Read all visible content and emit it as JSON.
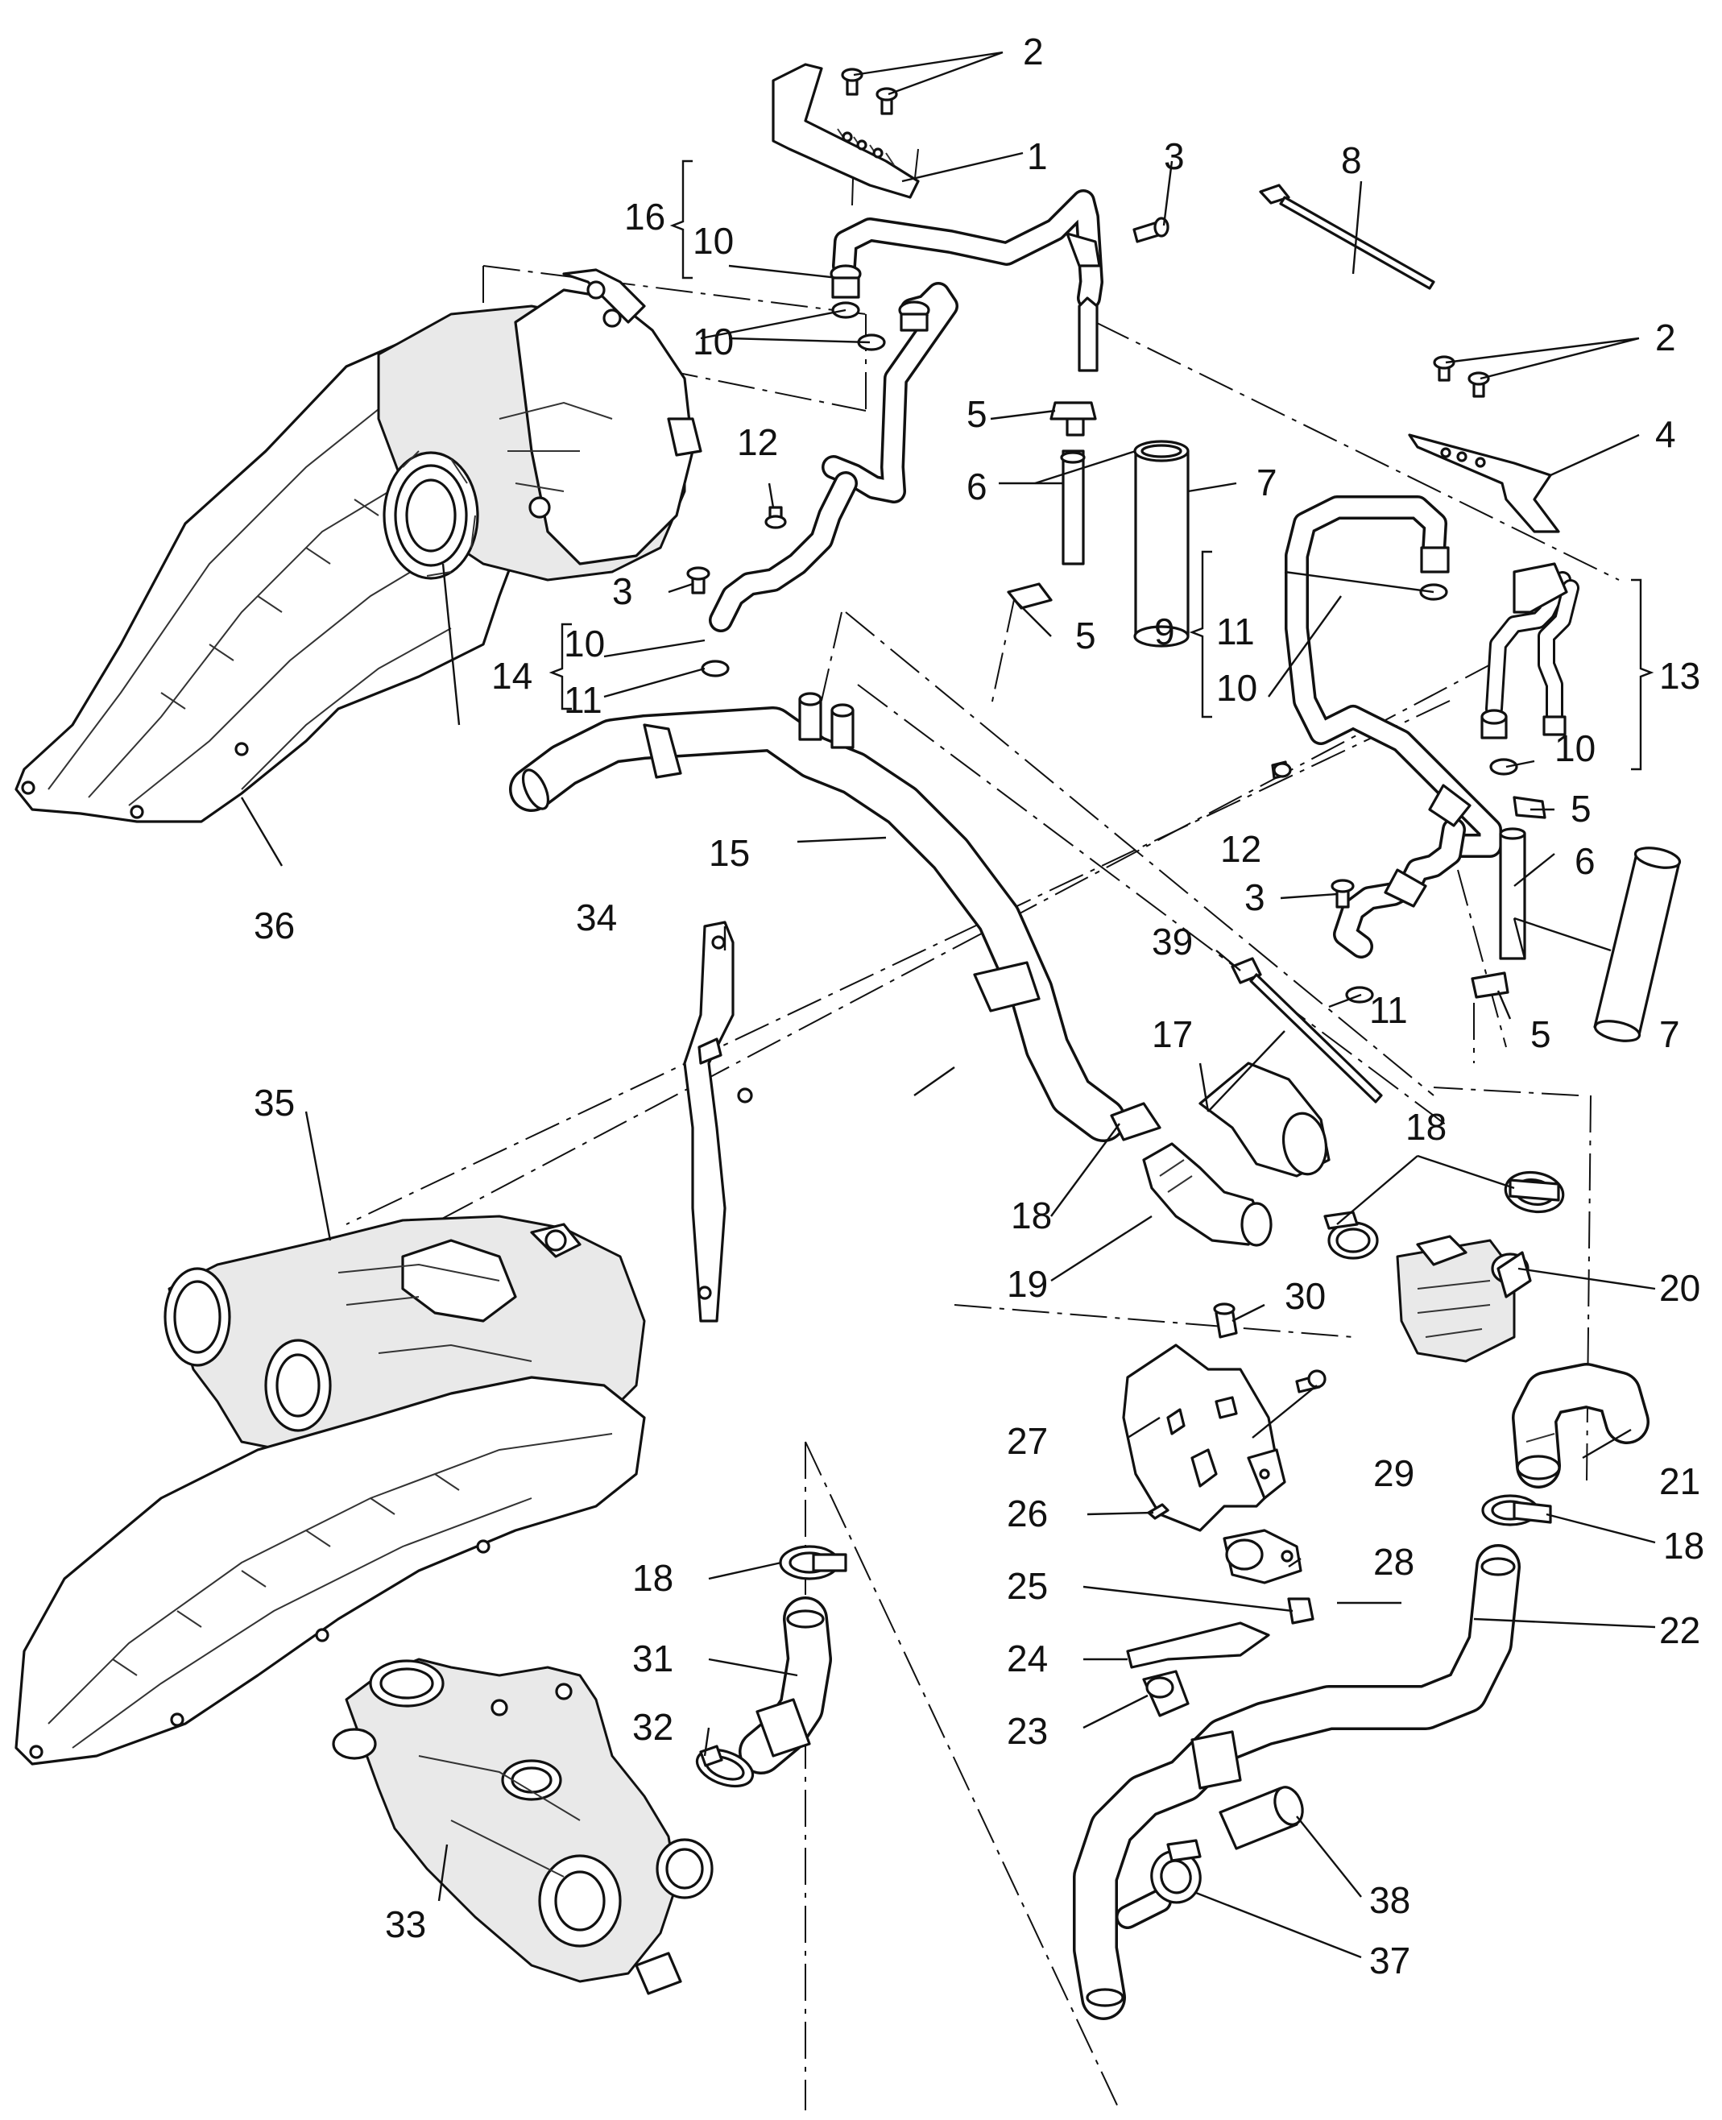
{
  "diagram": {
    "title": "",
    "callouts": {
      "c1": "1",
      "c2a": "2",
      "c2b": "2",
      "c3a": "3",
      "c3b": "3",
      "c3c": "3",
      "c4": "4",
      "c5a": "5",
      "c5b": "5",
      "c5c": "5",
      "c5d": "5",
      "c6a": "6",
      "c6b": "6",
      "c7a": "7",
      "c7b": "7",
      "c8": "8",
      "c9": "9",
      "c10a": "10",
      "c10b": "10",
      "c10c": "10",
      "c10d": "10",
      "c10e": "10",
      "c11a": "11",
      "c11b": "11",
      "c11c": "11",
      "c12a": "12",
      "c12b": "12",
      "c13": "13",
      "c14": "14",
      "c15": "15",
      "c16": "16",
      "c17": "17",
      "c18a": "18",
      "c18b": "18",
      "c18c": "18",
      "c18d": "18",
      "c19": "19",
      "c20": "20",
      "c21": "21",
      "c22": "22",
      "c23": "23",
      "c24": "24",
      "c25": "25",
      "c26": "26",
      "c27": "27",
      "c28": "28",
      "c29": "29",
      "c30": "30",
      "c31": "31",
      "c32": "32",
      "c33": "33",
      "c34": "34",
      "c35": "35",
      "c36": "36",
      "c37": "37",
      "c38": "38",
      "c39": "39"
    }
  }
}
